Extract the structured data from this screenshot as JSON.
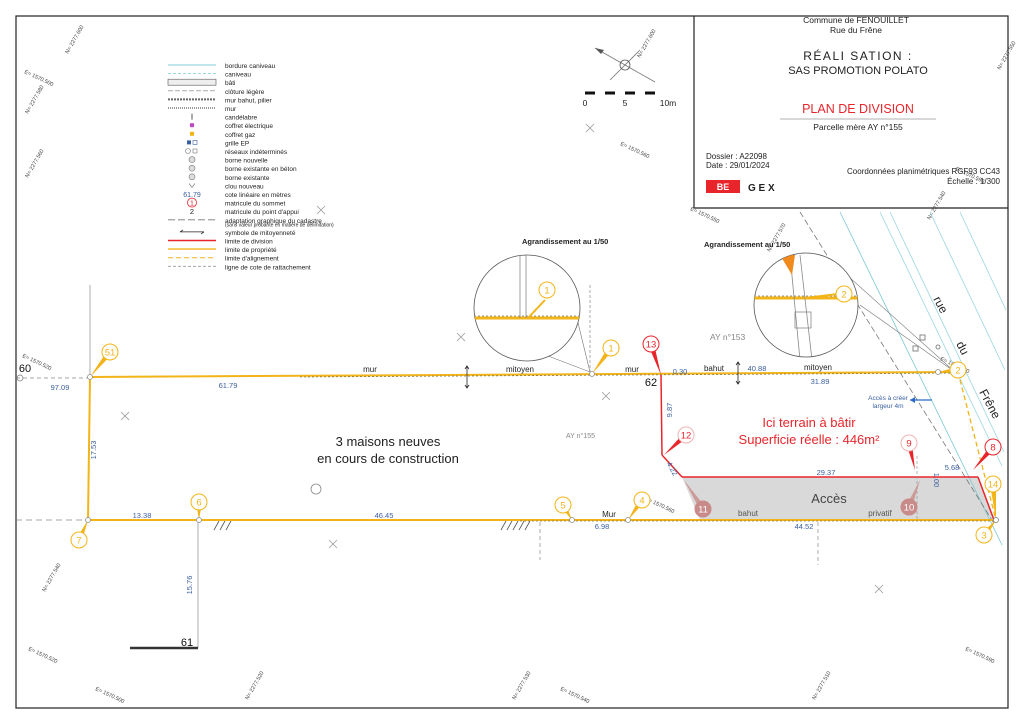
{
  "colors": {
    "property": "#f2b418",
    "division": "#e8252b",
    "dim": "#3a5fa0",
    "frame": "#222222",
    "grey_area": "#d9d9d9",
    "brand": "#e8252b"
  },
  "title_block": {
    "commune": "Commune de FENOUILLET",
    "street": "Rue du Frêne",
    "realisation_label": "RÉALI SATION :",
    "realisation_name": "SAS PROMOTION POLATO",
    "plan_title": "PLAN DE DIVISION",
    "parcel": "Parcelle mère AY n°155",
    "dossier": "Dossier : A22098",
    "date": "Date : 29/01/2024",
    "coords": "Coordonnées planimétriques RGF93 CC43",
    "echelle": "Échelle : 1/300",
    "logo_mark": "BE",
    "logo_text": "G E X"
  },
  "scale_bar": {
    "t0": "0",
    "t5": "5",
    "t10": "10m"
  },
  "legend": [
    {
      "icon": "bordure-caniveau",
      "label": "bordure caniveau"
    },
    {
      "icon": "caniveau",
      "label": "caniveau"
    },
    {
      "icon": "bati",
      "label": "bâti"
    },
    {
      "icon": "cloture-legere",
      "label": "clôture légère"
    },
    {
      "icon": "mur-bahut",
      "label": "mur bahut, pilier"
    },
    {
      "icon": "mur",
      "label": "mur"
    },
    {
      "icon": "candelabre",
      "label": "candélabre"
    },
    {
      "icon": "coffret-electrique",
      "label": "coffret électrique"
    },
    {
      "icon": "coffret-gaz",
      "label": "coffret gaz"
    },
    {
      "icon": "grille-ep",
      "label": "grille EP"
    },
    {
      "icon": "reseaux",
      "label": "réseaux indéterminés"
    },
    {
      "icon": "borne-nouvelle",
      "label": "borne nouvelle"
    },
    {
      "icon": "borne-beton",
      "label": "borne existante en béton"
    },
    {
      "icon": "borne-existante",
      "label": "borne existante"
    },
    {
      "icon": "clou",
      "label": "clou nouveau"
    },
    {
      "icon": "cote",
      "label": "cote linéaire en mètres",
      "sample": "61.79"
    },
    {
      "icon": "matricule-sommet",
      "label": "matricule du sommet",
      "sample": "1"
    },
    {
      "icon": "matricule-appui",
      "label": "matricule du point d'appui",
      "sample": "2"
    },
    {
      "icon": "cadastre",
      "label": "adaptation graphique du cadastre"
    },
    {
      "icon": "note",
      "label": "(sans valeur probante en matière de délimitation)"
    },
    {
      "icon": "mitoyennete",
      "label": "symbole de mitoyenneté"
    },
    {
      "icon": "limite-division",
      "label": "limite de division"
    },
    {
      "icon": "limite-propriete",
      "label": "limite de propriété"
    },
    {
      "icon": "limite-alignement",
      "label": "limite d'alignement"
    },
    {
      "icon": "cote-rattachement",
      "label": "ligne de cote de rattachement"
    }
  ],
  "grid_labels": [
    "N= 2277.600",
    "N= 2277.580",
    "N= 2277.560",
    "N= 2277.540",
    "N= 2277.520",
    "E= 1570.500",
    "E= 1570.520",
    "E= 1570.530",
    "E= 1570.540",
    "E= 1570.550",
    "E= 1570.560",
    "E= 1570.580",
    "E= 1570.590",
    "N= 2277.570",
    "N= 2277.600",
    "E= 1570.500",
    "E= 1570.520",
    "N= 2277.510",
    "N= 2277.530",
    "N= 2277.540",
    "E= 1570.560",
    "E= 1570.590",
    "N= 2277.550"
  ],
  "map": {
    "enlarge_label_1": "Agrandissement au 1/50",
    "enlarge_label_2": "Agrandissement au 1/50",
    "parcel_153": "AY n°153",
    "parcel_155": "AY n°155",
    "maisons_1": "3 maisons neuves",
    "maisons_2": "en cours de construction",
    "terrain_1": "Ici terrain à bâtir",
    "terrain_2": "Superficie réelle : 446m²",
    "acces": "Accès",
    "acces_creer_1": "Accès à créer",
    "acces_creer_2": "largeur 4m",
    "street_1": "rue",
    "street_2": "du",
    "street_3": "Frêne",
    "wall_labels": [
      "mur",
      "mitoyen",
      "mur",
      "bahut",
      "mitoyen",
      "Mur",
      "bahut",
      "privatif"
    ],
    "dims": [
      "97.09",
      "61.79",
      "0.30",
      "40.88",
      "31.89",
      "17.53",
      "13.38",
      "46.45",
      "6.98",
      "44.52",
      "15.76",
      "9.87",
      "4.22",
      "29.37",
      "5.68",
      "1.00"
    ],
    "black_points": [
      "60",
      "62",
      "61"
    ],
    "yellow_points": [
      "51",
      "1",
      "2",
      "3",
      "4",
      "5",
      "6",
      "7",
      "14"
    ],
    "red_points": [
      "13",
      "12",
      "9",
      "8",
      "11",
      "10"
    ],
    "circle_1": "1",
    "circle_2": "2"
  }
}
